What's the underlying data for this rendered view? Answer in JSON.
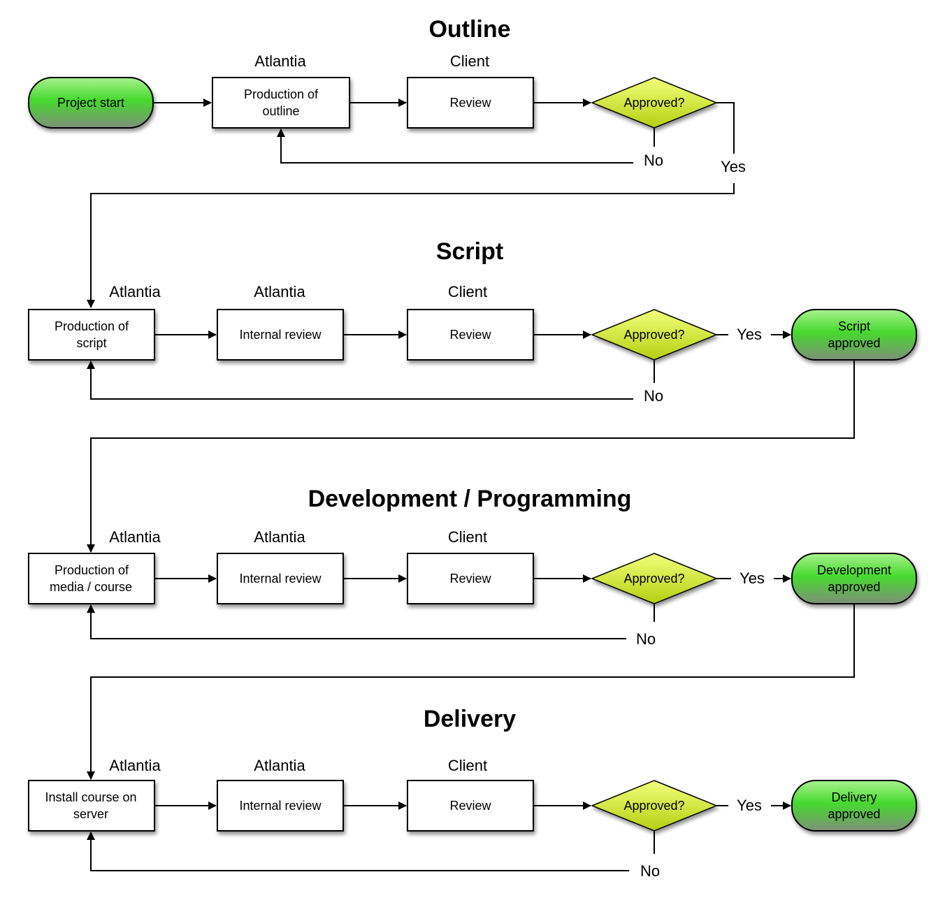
{
  "colors": {
    "terminal_light": "#a9f28f",
    "terminal_mid": "#46d92e",
    "terminal_dark": "#7f8f7a",
    "decision_light": "#f2ff7a",
    "decision_dark": "#b4cf12",
    "line": "#000000",
    "box_fill": "#ffffff"
  },
  "sections": {
    "outline": {
      "title": "Outline",
      "lane1": "Atlantia",
      "lane2": "Client",
      "start": "Project start",
      "production": [
        "Production of",
        "outline"
      ],
      "review": "Review",
      "decision": "Approved?",
      "no": "No",
      "yes": "Yes"
    },
    "script": {
      "title": "Script",
      "lane1": "Atlantia",
      "lane2": "Atlantia",
      "lane3": "Client",
      "production": [
        "Production of",
        "script"
      ],
      "internal": "Internal review",
      "review": "Review",
      "decision": "Approved?",
      "yes": "Yes",
      "no": "No",
      "end": [
        "Script",
        "approved"
      ]
    },
    "development": {
      "title": "Development / Programming",
      "lane1": "Atlantia",
      "lane2": "Atlantia",
      "lane3": "Client",
      "production": [
        "Production of",
        "media / course"
      ],
      "internal": "Internal review",
      "review": "Review",
      "decision": "Approved?",
      "yes": "Yes",
      "no": "No",
      "end": [
        "Development",
        "approved"
      ]
    },
    "delivery": {
      "title": "Delivery",
      "lane1": "Atlantia",
      "lane2": "Atlantia",
      "lane3": "Client",
      "production": [
        "Install course on",
        "server"
      ],
      "internal": "Internal review",
      "review": "Review",
      "decision": "Approved?",
      "yes": "Yes",
      "no": "No",
      "end": [
        "Delivery",
        "approved"
      ]
    }
  }
}
